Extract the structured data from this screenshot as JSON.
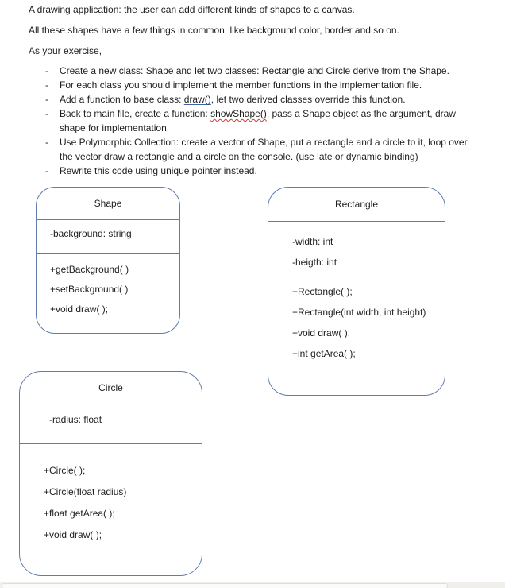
{
  "document": {
    "paragraphs": [
      "A drawing application: the user can add different kinds of shapes to a canvas.",
      "All these shapes have a few things in common, like background color, border and so on.",
      "As your exercise,"
    ],
    "bullet_marker": "-",
    "bullets": [
      {
        "lines": [
          [
            {
              "text": "Create a new class: Shape and let two classes: Rectangle and Circle derive from the Shape."
            }
          ]
        ]
      },
      {
        "lines": [
          [
            {
              "text": "For each class you should implement the member functions in the implementation file."
            }
          ]
        ]
      },
      {
        "lines": [
          [
            {
              "text": "Add a function to base class: "
            },
            {
              "text": "draw()",
              "style": "link"
            },
            {
              "text": ", let two derived classes override this function."
            }
          ]
        ]
      },
      {
        "lines": [
          [
            {
              "text": "Back to main file, create a function: "
            },
            {
              "text": "showShape()",
              "style": "spellcheck"
            },
            {
              "text": ", pass a Shape object as the argument, draw"
            }
          ],
          [
            {
              "text": "shape for implementation."
            }
          ]
        ]
      },
      {
        "lines": [
          [
            {
              "text": "Use Polymorphic Collection: create a vector of Shape, put a rectangle and a circle to it, loop over"
            }
          ],
          [
            {
              "text": "the vector draw a rectangle and a circle on the console. (use late or dynamic binding)"
            }
          ]
        ]
      },
      {
        "lines": [
          [
            {
              "text": "Rewrite this code using unique pointer instead."
            }
          ]
        ]
      }
    ]
  },
  "class_diagrams": [
    {
      "name": "Shape",
      "title": "Shape",
      "attributes": [
        "-background: string"
      ],
      "methods": [
        "+getBackground( )",
        "+setBackground( )",
        "+void draw( );"
      ]
    },
    {
      "name": "Rectangle",
      "title": "Rectangle",
      "attributes": [
        "-width: int",
        "-heigth: int"
      ],
      "methods": [
        "+Rectangle( );",
        "+Rectangle(int width, int height)",
        "+void draw( );",
        "+int getArea( );"
      ]
    },
    {
      "name": "Circle",
      "title": "Circle",
      "attributes": [
        "-radius: float"
      ],
      "methods": [
        "+Circle( );",
        "+Circle(float radius)",
        "+float getArea( );",
        "+void draw( );"
      ]
    }
  ],
  "colors": {
    "box_border": "#5f7cac",
    "text": "#1e1e1e",
    "link_underline": "#3f62a8",
    "spellcheck_underline": "#cc3a2a",
    "scrollbar_track": "#f0efec",
    "scrollbar_border": "#cbcbc8"
  }
}
